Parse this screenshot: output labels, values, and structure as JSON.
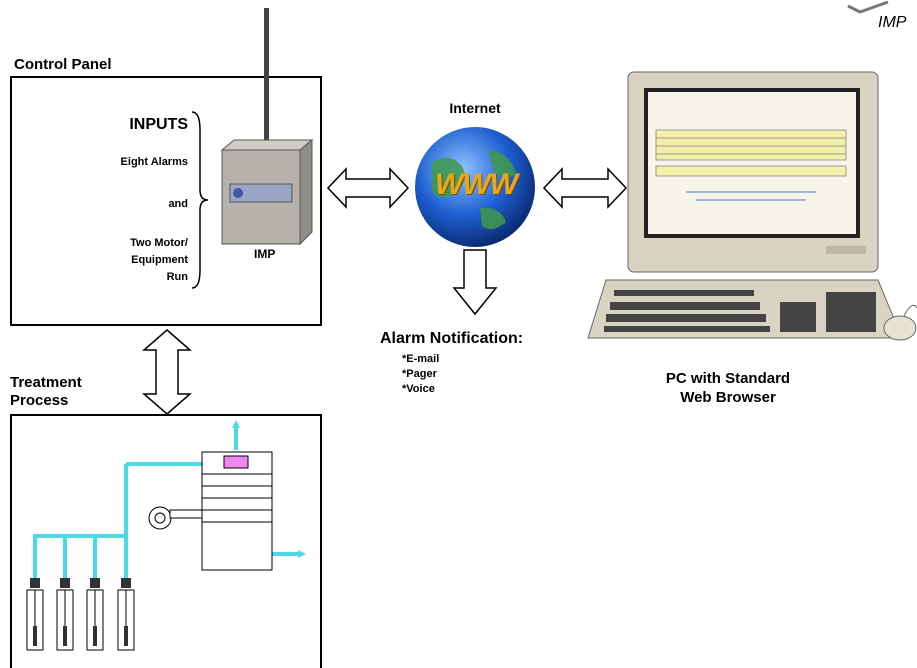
{
  "corner_label": "IMP",
  "control_panel": {
    "title": "Control Panel",
    "inputs_heading": "INPUTS",
    "inputs_lines": [
      "Eight Alarms",
      "and",
      "Two Motor/",
      "Equipment",
      "Run"
    ],
    "device_label": "IMP"
  },
  "internet": {
    "title": "Internet",
    "globe_text": "WWW"
  },
  "alarm_notification": {
    "title": "Alarm Notification:",
    "methods": [
      "*E-mail",
      "*Pager",
      "*Voice"
    ]
  },
  "pc": {
    "caption_line1": "PC with Standard",
    "caption_line2": "Web Browser"
  },
  "treatment": {
    "title_line1": "Treatment",
    "title_line2": "Process"
  },
  "colors": {
    "pipe": "#4dd9e6",
    "globe": "#1d5fd0",
    "www": "#e8a81a",
    "beige": "#d9d3c2"
  }
}
